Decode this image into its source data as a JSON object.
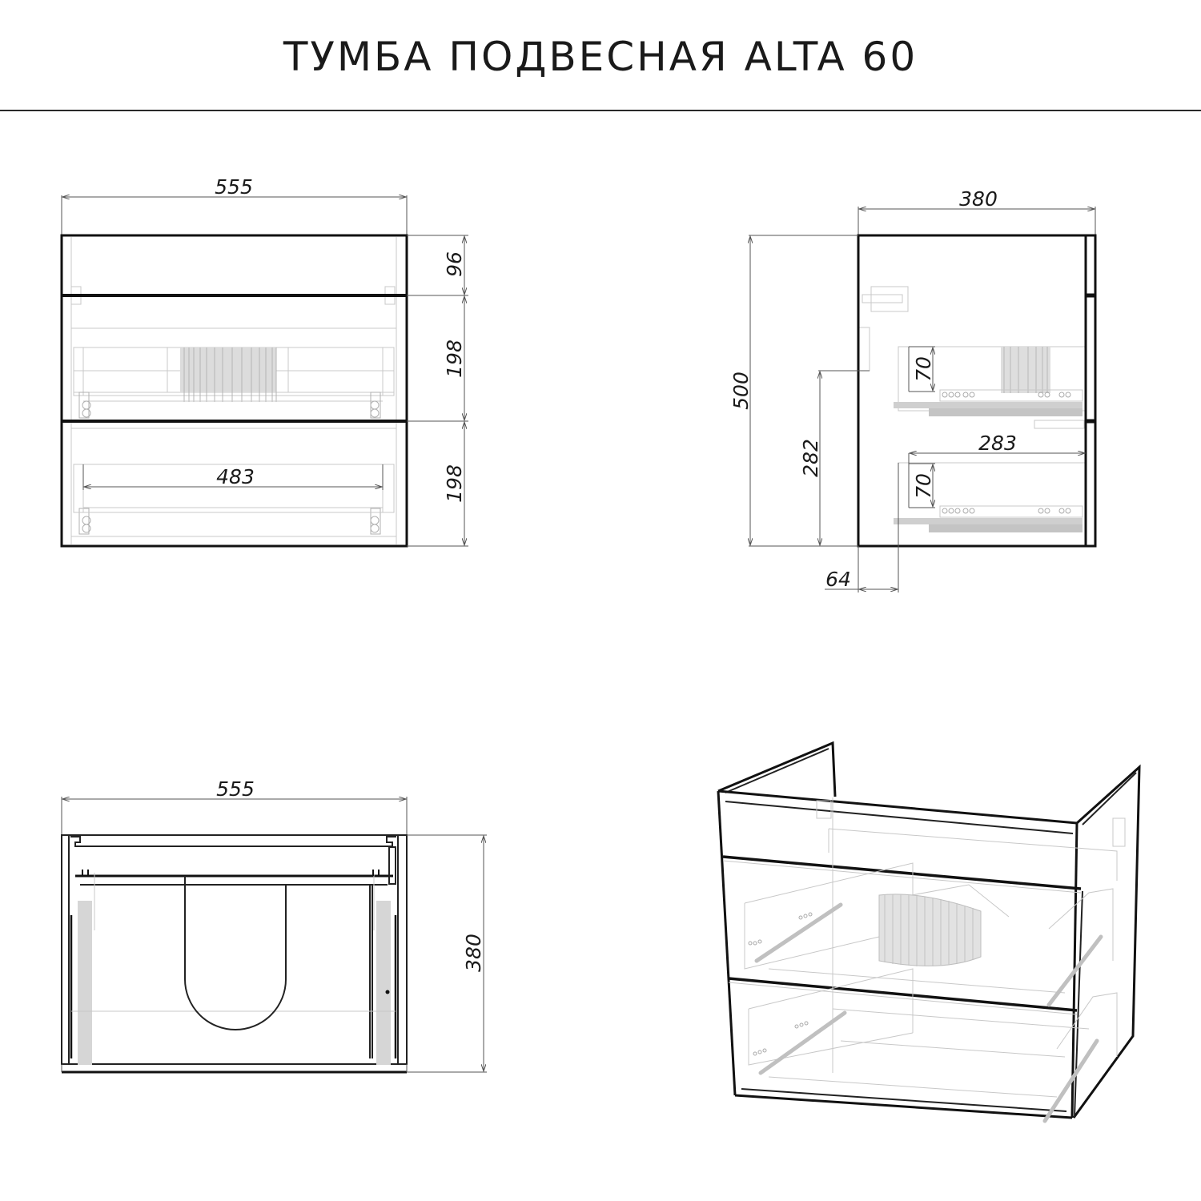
{
  "header": {
    "title": "ТУМБА ПОДВЕСНАЯ ALTA 60"
  },
  "views": {
    "front": {
      "width": "555",
      "top_panel_height": "96",
      "drawer1_height": "198",
      "drawer2_height": "198",
      "inner_drawer_width": "483"
    },
    "side": {
      "depth": "380",
      "total_height": "500",
      "drain_height": "282",
      "drawer1_inner_height": "70",
      "drawer2_inner_height": "70",
      "drawer_depth": "283",
      "drain_offset": "64"
    },
    "top": {
      "width": "555",
      "depth": "380"
    },
    "isometric": {
      "label": ""
    }
  },
  "colors": {
    "line": "#111111",
    "ghost": "#c8c8c8",
    "text": "#1a1a1a"
  }
}
